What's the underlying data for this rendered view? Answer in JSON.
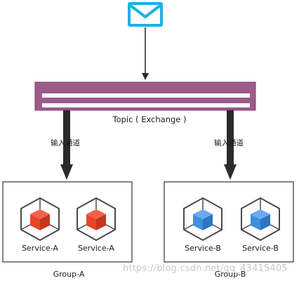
{
  "message_icon": "envelope-icon",
  "topic": {
    "label": "Topic ( Exchange )"
  },
  "channels": [
    {
      "label": "输入通道"
    },
    {
      "label": "输入通道"
    }
  ],
  "groups": [
    {
      "label": "Group-A",
      "color": "#e8452a",
      "services": [
        {
          "label": "Service-A",
          "icon": "cube-icon"
        },
        {
          "label": "Service-A",
          "icon": "cube-icon"
        }
      ]
    },
    {
      "label": "Group-B",
      "color": "#3f8ee0",
      "services": [
        {
          "label": "Service-B",
          "icon": "cube-icon"
        },
        {
          "label": "Service-B",
          "icon": "cube-icon"
        }
      ]
    }
  ],
  "colors": {
    "envelope": "#17b2e6",
    "topic_bar": "#9c5b8a",
    "arrow": "#2b2b2b"
  },
  "watermark": "https://blog.csdn.net/qq_43415405"
}
